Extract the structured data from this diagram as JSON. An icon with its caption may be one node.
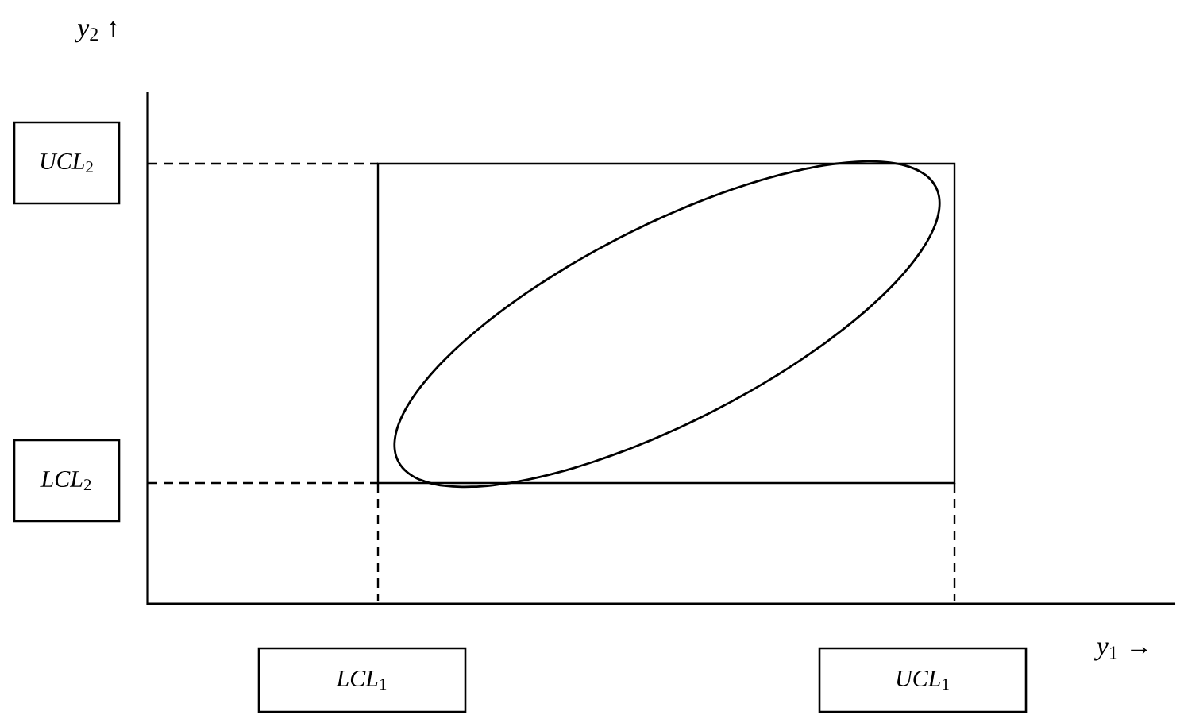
{
  "diagram": {
    "nodes": [
      {
        "text": [
          "*UCL*$_{2}$"
        ]
      },
      {
        "text": [
          "*LCL*$_{2}$"
        ]
      },
      {
        "text": [
          "*LCL*$_{1}$"
        ]
      },
      {
        "text": [
          "*UCL*$_{1}$"
        ]
      }
    ],
    "labels": [
      "*y*$_{2}$ ↑",
      "*y*$_{1}$ →"
    ]
  }
}
